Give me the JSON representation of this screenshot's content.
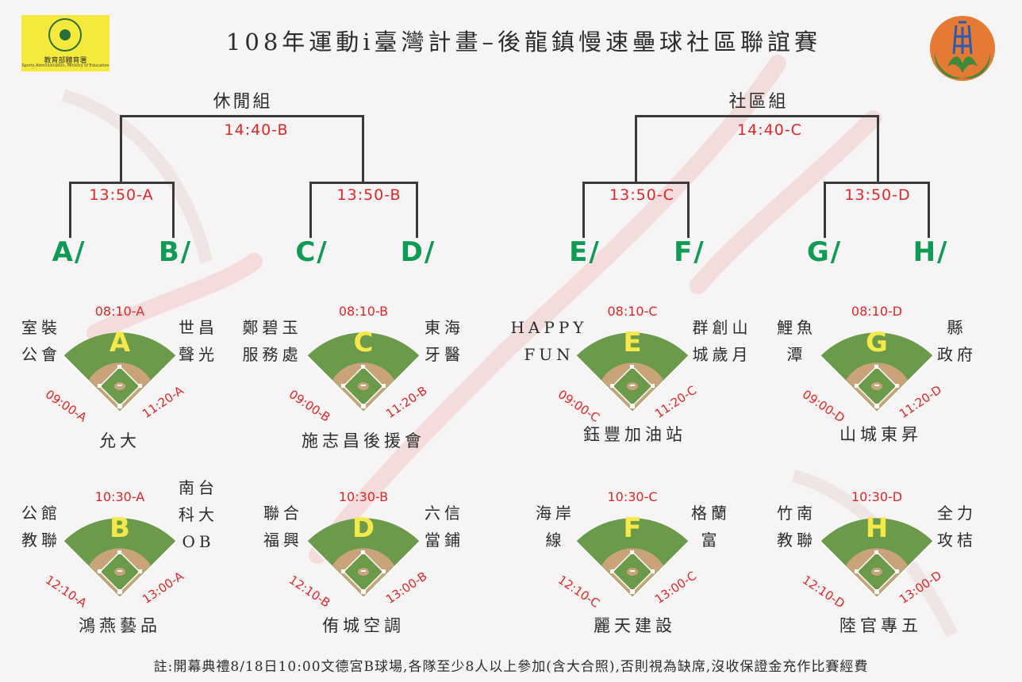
{
  "header": {
    "title": "108年運動i臺灣計畫–後龍鎮慢速壘球社區聯誼賽",
    "left_logo": {
      "line1": "教育部體育署",
      "line2": "Sports Administration, Ministry of Education",
      "icon": "ministry-seal-icon"
    },
    "right_logo": {
      "icon": "township-emblem-icon",
      "bg_color": "#e47a34"
    }
  },
  "groups": {
    "leisure": {
      "label": "休閒組",
      "final_time": "14:40-B",
      "semi_left": "13:50-A",
      "semi_right": "13:50-B"
    },
    "community": {
      "label": "社區組",
      "final_time": "14:40-C",
      "semi_left": "13:50-C",
      "semi_right": "13:50-D"
    }
  },
  "slots": [
    "A/",
    "B/",
    "C/",
    "D/",
    "E/",
    "F/",
    "G/",
    "H/"
  ],
  "pools": [
    {
      "letter": "A",
      "top_time": "08:10-A",
      "left_time": "09:00-A",
      "right_time": "11:20-A",
      "left_team": [
        "室裝",
        "公會"
      ],
      "right_team": [
        "世昌",
        "聲光"
      ],
      "bottom_team": "允大"
    },
    {
      "letter": "C",
      "top_time": "08:10-B",
      "left_time": "09:00-B",
      "right_time": "11:20-B",
      "left_team": [
        "鄭碧玉",
        "服務處"
      ],
      "right_team": [
        "東海",
        "牙醫"
      ],
      "bottom_team": "施志昌後援會"
    },
    {
      "letter": "E",
      "top_time": "08:10-C",
      "left_time": "09:00-C",
      "right_time": "11:20-C",
      "left_team": [
        "HAPPY",
        "FUN"
      ],
      "right_team": [
        "群創山",
        "城歲月"
      ],
      "bottom_team": "鈺豐加油站"
    },
    {
      "letter": "G",
      "top_time": "08:10-D",
      "left_time": "09:00-D",
      "right_time": "11:20-D",
      "left_team": [
        "鯉魚",
        "潭"
      ],
      "right_team": [
        "縣",
        "政府"
      ],
      "bottom_team": "山城東昇"
    },
    {
      "letter": "B",
      "top_time": "10:30-A",
      "left_time": "12:10-A",
      "right_time": "13:00-A",
      "left_team": [
        "公館",
        "教聯"
      ],
      "right_team": [
        "南台",
        "科大",
        "OB"
      ],
      "bottom_team": "鴻燕藝品"
    },
    {
      "letter": "D",
      "top_time": "10:30-B",
      "left_time": "12:10-B",
      "right_time": "13:00-B",
      "left_team": [
        "聯合",
        "福興"
      ],
      "right_team": [
        "六信",
        "當鋪"
      ],
      "bottom_team": "侑城空調"
    },
    {
      "letter": "F",
      "top_time": "10:30-C",
      "left_time": "12:10-C",
      "right_time": "13:00-C",
      "left_team": [
        "海岸",
        "線"
      ],
      "right_team": [
        "格蘭",
        "富"
      ],
      "bottom_team": "麗天建設"
    },
    {
      "letter": "H",
      "top_time": "10:30-D",
      "left_time": "12:10-D",
      "right_time": "13:00-D",
      "left_team": [
        "竹南",
        "教聯"
      ],
      "right_team": [
        "全力",
        "攻桔"
      ],
      "bottom_team": "陸官專五"
    }
  ],
  "footer": {
    "note": "註:開幕典禮8/18日10:00文德宮B球場,各隊至少8人以上參加(含大合照),否則視為缺席,沒收保證金充作比賽經費"
  },
  "colors": {
    "time_red": "#e02626",
    "slot_green": "#0f9b55",
    "field_green": "#6a9a4a",
    "infield_tan": "#c9a37a",
    "letter_yellow": "#f5e84a"
  }
}
